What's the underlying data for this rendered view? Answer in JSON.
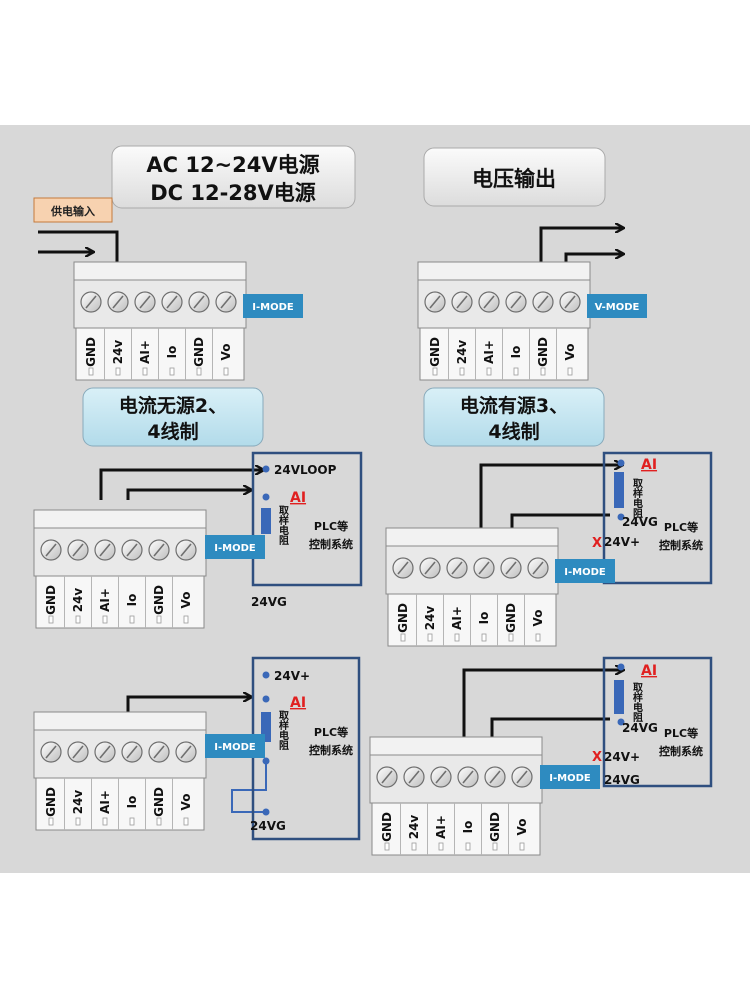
{
  "headings": {
    "power_line1": "AC 12~24V电源",
    "power_line2": "DC 12-28V电源",
    "voltage_output": "电压输出",
    "passive_line1": "电流无源2、",
    "passive_line2": "4线制",
    "active_line1": "电流有源3、",
    "active_line2": "4线制"
  },
  "supply_input_label": "供电输入",
  "terminals": [
    "GND",
    "24v",
    "AI+",
    "Io",
    "GND",
    "Vo"
  ],
  "modes": {
    "i_mode": "I-MODE",
    "v_mode": "V-MODE"
  },
  "plc": {
    "line1": "PLC等",
    "line2": "控制系统",
    "resistor": "取样电阻",
    "ai": "AI",
    "loop": "24VLOOP",
    "v_plus": "24V+",
    "vg": "24VG",
    "x_mark": "X"
  },
  "colors": {
    "background": "#d8d8d8",
    "heading_fill": "#f0f0f0",
    "blue_heading_fill": "#bfe3ee",
    "mode_tag": "#2e8bc0",
    "plc_border": "#2f4f7f",
    "ai_red": "#e02020",
    "wire_blue": "#3a68b8"
  }
}
